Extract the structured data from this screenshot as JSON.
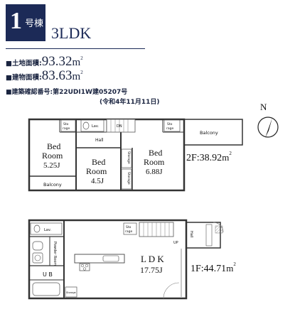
{
  "header": {
    "building_number": "1",
    "building_suffix": "号棟",
    "layout_type": "3LDK",
    "land_area_label": "■土地面積:",
    "land_area_value": "93.32",
    "building_area_label": "■建物面積:",
    "building_area_value": "83.63",
    "area_unit": "m",
    "area_unit_sup": "2",
    "permit_line": "■建築確認番号:第22UDI1W建05207号",
    "permit_date": "(令和4年11月11日)"
  },
  "floor2": {
    "area_label": "2F:38.92",
    "rooms": {
      "bedroom_left": {
        "name": "Bed",
        "name2": "Room",
        "size": "5.25J"
      },
      "bedroom_mid": {
        "name": "Bed",
        "name2": "Room",
        "size": "4.5J"
      },
      "bedroom_right": {
        "name": "Bed",
        "name2": "Room",
        "size": "6.88J"
      },
      "balcony_left": "Balcony",
      "balcony_right": "Balcony",
      "storage_top_left": {
        "l1": "Sto",
        "l2": "rage"
      },
      "storage_top_right": {
        "l1": "Sto",
        "l2": "rage"
      },
      "lav": "Lav.",
      "hall": "Hall",
      "dn": "DN",
      "storage_v1": "Storage",
      "storage_v2": "Storage"
    }
  },
  "floor1": {
    "area_label": "1F:44.71",
    "rooms": {
      "ldk": "L D K",
      "ldk_size": "17.75J",
      "lav": "Lav.",
      "powder_room": "Powder Room",
      "ub": "U B",
      "storage_small": "Storage",
      "storage_mid": {
        "l1": "Sto",
        "l2": "rage"
      },
      "up": "UP",
      "hall": "Hall"
    }
  },
  "compass": {
    "label": "N"
  }
}
